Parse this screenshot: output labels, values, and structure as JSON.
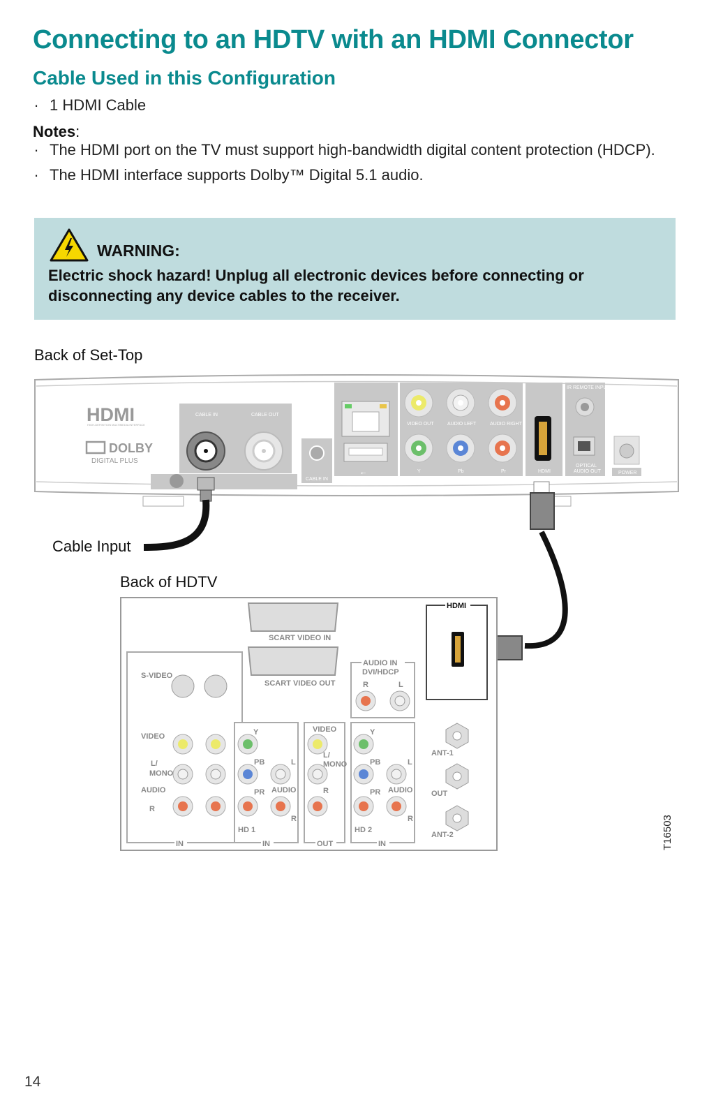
{
  "title": "Connecting to an HDTV with an HDMI Connector",
  "subtitle": "Cable Used in this Configuration",
  "cables": [
    "1 HDMI Cable"
  ],
  "notes_label": "Notes",
  "notes": [
    "The HDMI port on the TV must support high-bandwidth digital content protection (HDCP).",
    "The HDMI interface supports Dolby™ Digital 5.1 audio."
  ],
  "warning": {
    "title": "WARNING:",
    "text": "Electric shock hazard! Unplug all electronic devices before connecting or disconnecting any device cables to the receiver."
  },
  "figure": {
    "back_settop": "Back of Set-Top",
    "cable_input": "Cable Input",
    "back_hdtv": "Back of HDTV",
    "settop_labels": {
      "cable_in": "CABLE IN",
      "cable_out": "CABLE OUT",
      "cable_in2": "CABLE IN",
      "video_out": "VIDEO OUT",
      "audio_left": "AUDIO LEFT",
      "audio_right": "AUDIO RIGHT",
      "y": "Y",
      "pb": "Pb",
      "pr": "Pr",
      "hdmi": "HDMI",
      "ir_remote": "IR REMOTE INPUT",
      "optical_1": "OPTICAL",
      "optical_2": "AUDIO OUT",
      "power": "POWER",
      "hdmi_logo": "HDMI",
      "hdmi_tagline": "HIGH-DEFINITION MULTIMEDIA INTERFACE",
      "dolby": "DOLBY",
      "dolby_sub": "DIGITAL PLUS"
    },
    "tv_labels": {
      "hdmi": "HDMI",
      "scart_in": "SCART VIDEO IN",
      "scart_out": "SCART VIDEO OUT",
      "audio_in_1": "AUDIO IN",
      "audio_in_2": "DVI/HDCP",
      "r": "R",
      "l": "L",
      "svideo": "S-VIDEO",
      "video": "VIDEO",
      "l_mono": "L/",
      "mono": "MONO",
      "audio": "AUDIO",
      "y": "Y",
      "pb": "PB",
      "pr": "PR",
      "hd1": "HD 1",
      "hd2": "HD 2",
      "in": "IN",
      "out": "OUT",
      "ant1": "ANT-1",
      "ant2": "ANT-2"
    },
    "figure_id": "T16503"
  },
  "page_number": "14",
  "colors": {
    "heading": "#0a8a8e",
    "warning_bg": "#bfdcde"
  }
}
